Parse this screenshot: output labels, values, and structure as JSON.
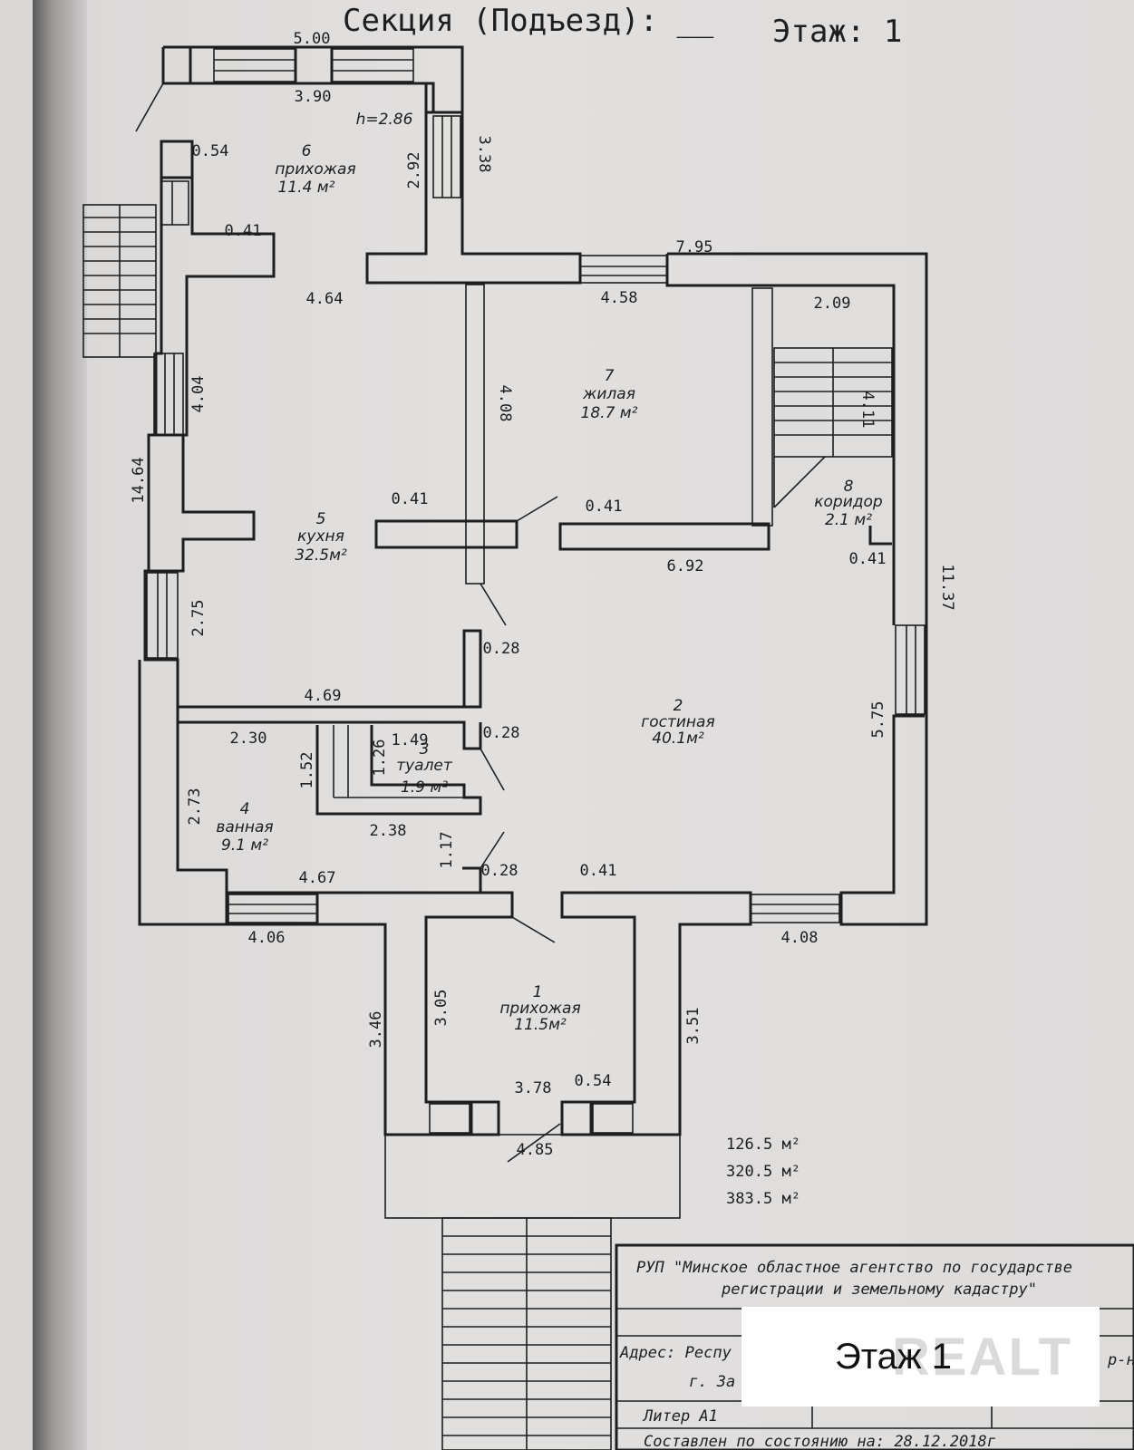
{
  "header": {
    "section_label": "Секция (Подъезд): __",
    "floor_label": "Этаж: 1"
  },
  "rooms": [
    {
      "num": "1",
      "name": "прихожая",
      "area": "11.5м²"
    },
    {
      "num": "2",
      "name": "гостиная",
      "area": "40.1м²"
    },
    {
      "num": "3",
      "name": "туалет",
      "area": "1.9 м²"
    },
    {
      "num": "4",
      "name": "ванная",
      "area": "9.1 м²"
    },
    {
      "num": "5",
      "name": "кухня",
      "area": "32.5м²"
    },
    {
      "num": "6",
      "name": "прихожая",
      "area": "11.4 м²"
    },
    {
      "num": "7",
      "name": "жилая",
      "area": "18.7 м²"
    },
    {
      "num": "8",
      "name": "коридор",
      "area": "2.1 м²"
    }
  ],
  "height": "h=2.86",
  "dimensions": {
    "d500": "5.00",
    "d390": "3.90",
    "d338": "3.38",
    "d292": "2.92",
    "d054a": "0.54",
    "d041a": "0.41",
    "d464": "4.64",
    "d795": "7.95",
    "d458": "4.58",
    "d209": "2.09",
    "d404": "4.04",
    "d1464": "14.64",
    "d408v": "4.08",
    "d411": "4.11",
    "d041b": "0.41",
    "d041c": "0.41",
    "d041d": "0.41",
    "d692": "6.92",
    "d1137": "11.37",
    "d275": "2.75",
    "d028a": "0.28",
    "d469": "4.69",
    "d028b": "0.28",
    "d575": "5.75",
    "d230": "2.30",
    "d149": "1.49",
    "d126": "1.26",
    "d152": "1.52",
    "d273": "2.73",
    "d238": "2.38",
    "d117": "1.17",
    "d028c": "0.28",
    "d041e": "0.41",
    "d467": "4.67",
    "d406": "4.06",
    "d408h": "4.08",
    "d346": "3.46",
    "d305": "3.05",
    "d351": "3.51",
    "d378": "3.78",
    "d054b": "0.54",
    "d485": "4.85"
  },
  "totals": [
    "126.5 м²",
    "320.5 м²",
    "383.5 м²"
  ],
  "stamp": {
    "org_line1": "РУП \"Минское областное агентство по государстве",
    "org_line2": "регистрации и земельному кадастру\"",
    "address": "Адрес: Респу",
    "city": "г. За",
    "right_fragment": "р-н",
    "litera": "Литер  А1",
    "composed": "Составлен по состоянию на: 28.12.2018г"
  },
  "badge": {
    "label": "Этаж 1",
    "watermark": "REALT"
  }
}
